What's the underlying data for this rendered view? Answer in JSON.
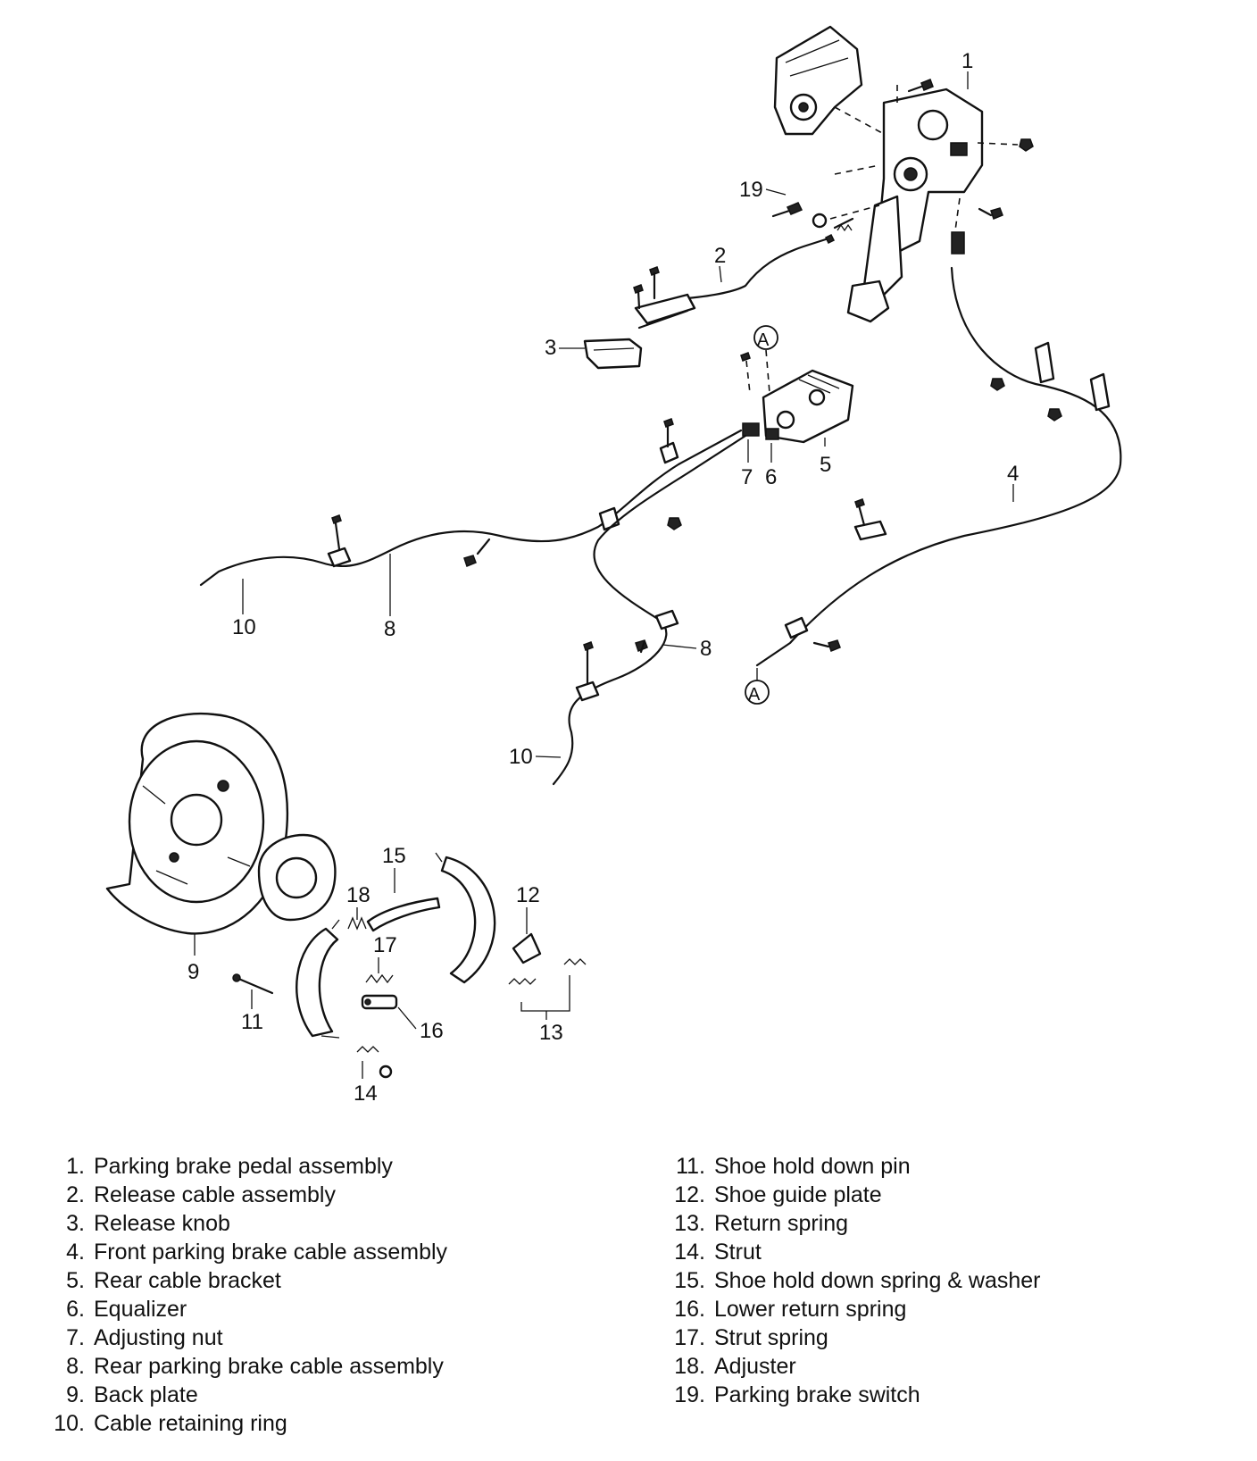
{
  "callouts": [
    "1",
    "2",
    "3",
    "4",
    "5",
    "6",
    "7",
    "8",
    "8",
    "9",
    "10",
    "10",
    "11",
    "12",
    "13",
    "14",
    "15",
    "16",
    "17",
    "18",
    "19",
    "A",
    "A"
  ],
  "legend": {
    "left": [
      {
        "n": "1.",
        "text": "Parking brake pedal assembly"
      },
      {
        "n": "2.",
        "text": "Release cable assembly"
      },
      {
        "n": "3.",
        "text": "Release knob"
      },
      {
        "n": "4.",
        "text": "Front parking brake cable assembly"
      },
      {
        "n": "5.",
        "text": "Rear cable bracket"
      },
      {
        "n": "6.",
        "text": "Equalizer"
      },
      {
        "n": "7.",
        "text": "Adjusting nut"
      },
      {
        "n": "8.",
        "text": "Rear parking brake cable assembly"
      },
      {
        "n": "9.",
        "text": "Back plate"
      },
      {
        "n": "10.",
        "text": "Cable retaining ring"
      }
    ],
    "right": [
      {
        "n": "11.",
        "text": "Shoe hold down pin"
      },
      {
        "n": "12.",
        "text": "Shoe guide plate"
      },
      {
        "n": "13.",
        "text": "Return spring"
      },
      {
        "n": "14.",
        "text": "Strut"
      },
      {
        "n": "15.",
        "text": "Shoe hold down spring & washer"
      },
      {
        "n": "16.",
        "text": "Lower return spring"
      },
      {
        "n": "17.",
        "text": "Strut spring"
      },
      {
        "n": "18.",
        "text": "Adjuster"
      },
      {
        "n": "19.",
        "text": "Parking brake switch"
      }
    ]
  }
}
